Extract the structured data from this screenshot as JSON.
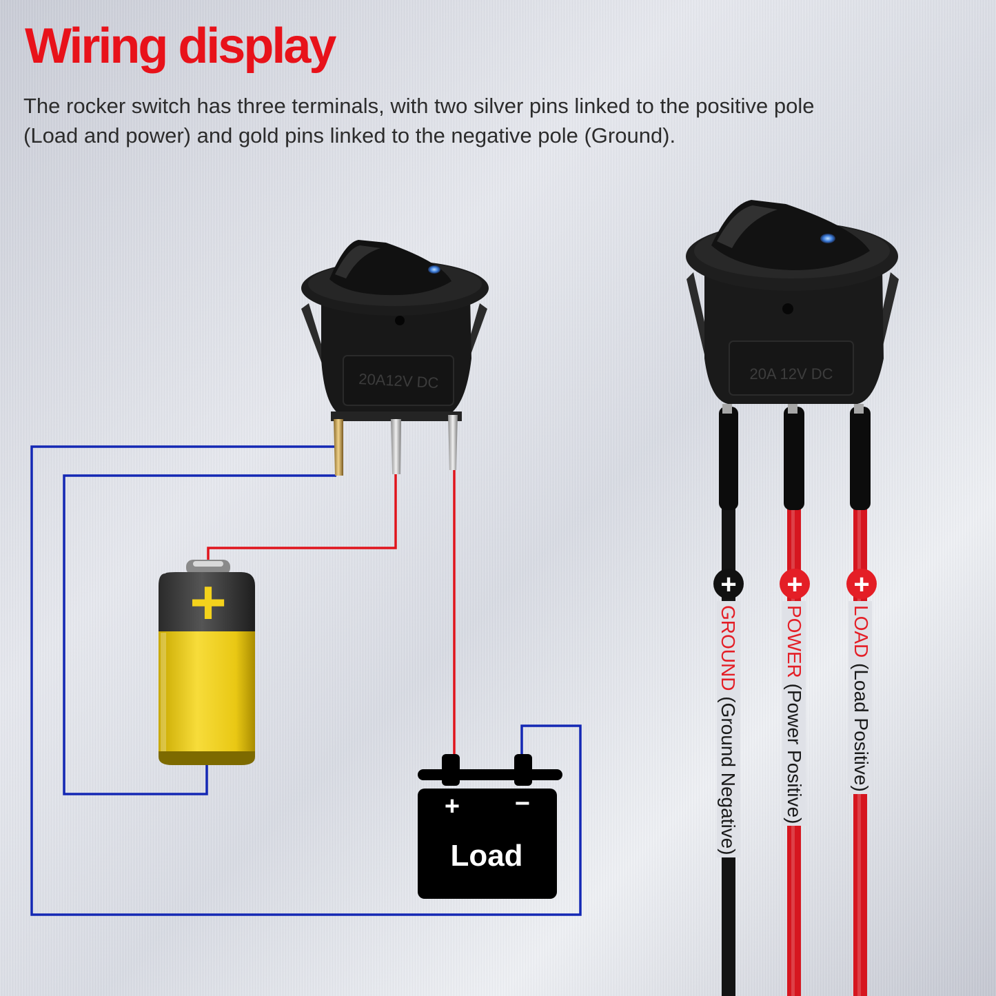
{
  "header": {
    "title": "Wiring display",
    "description": "The rocker switch has three terminals, with two silver pins linked to the positive pole (Load and power) and gold pins linked to the negative pole (Ground)."
  },
  "switch_small": {
    "rating": "20A12V DC"
  },
  "switch_large": {
    "rating": "20A 12V DC"
  },
  "battery": {
    "symbol": "+"
  },
  "load": {
    "label": "Load",
    "plus": "+",
    "minus": "−"
  },
  "terminals": [
    {
      "symbol": "+",
      "name": "GROUND",
      "desc": " (Ground Negative)",
      "name_color": "#e41e26",
      "badge_color": "#111111",
      "wire_color": "#141414"
    },
    {
      "symbol": "+",
      "name": "POWER",
      "desc": " (Power Positive)",
      "name_color": "#e41e26",
      "badge_color": "#e41e26",
      "wire_color": "#d6161f"
    },
    {
      "symbol": "+",
      "name": "LOAD",
      "desc": " (Load Positive)",
      "name_color": "#e41e26",
      "badge_color": "#e41e26",
      "wire_color": "#d6161f"
    }
  ],
  "colors": {
    "title": "#e8121a",
    "blue_wire": "#1428b4",
    "red_wire": "#e0141c",
    "battery_yellow": "#f4d21c"
  }
}
